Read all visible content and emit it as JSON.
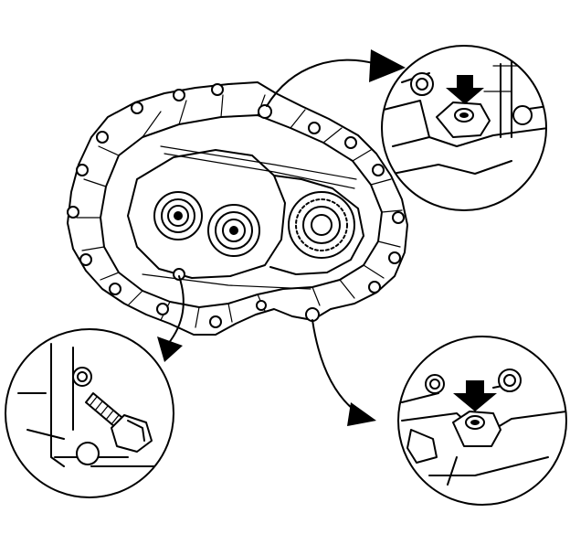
{
  "figure": {
    "subject": "transaxle-case-bolt-locations",
    "background": "#ffffff",
    "line_color": "#000000",
    "callouts": [
      {
        "id": "top-right",
        "content": "bolt-hole-boss",
        "indicator": "down-arrow"
      },
      {
        "id": "bottom-left",
        "content": "hex-flange-bolt",
        "indicator": "none"
      },
      {
        "id": "bottom-right",
        "content": "bolt-hole-boss",
        "indicator": "down-arrow"
      }
    ]
  }
}
